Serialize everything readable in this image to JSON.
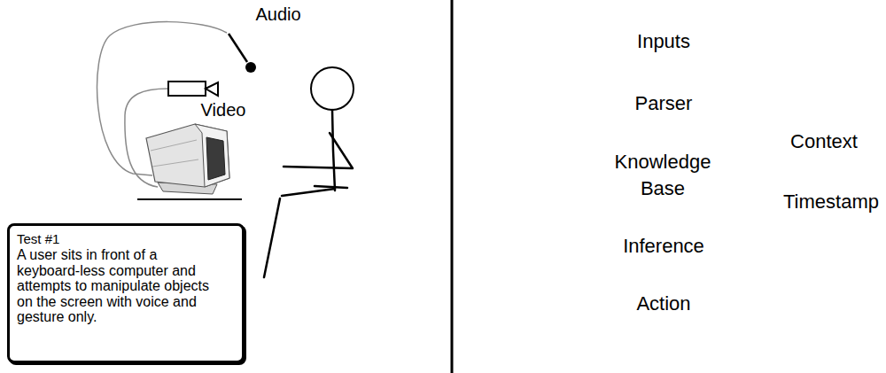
{
  "diagram": {
    "nodes": [
      {
        "text": [
          "Test #1",
          "A user sits in front of a keyboard-less computer and attempts to manipulate objects on the screen with voice and gesture only."
        ]
      }
    ],
    "labels": [
      "Audio",
      "Video",
      "Inputs",
      "Parser",
      "Knowledge Base",
      "Context",
      "Timestamp",
      "Inference",
      "Action"
    ]
  }
}
